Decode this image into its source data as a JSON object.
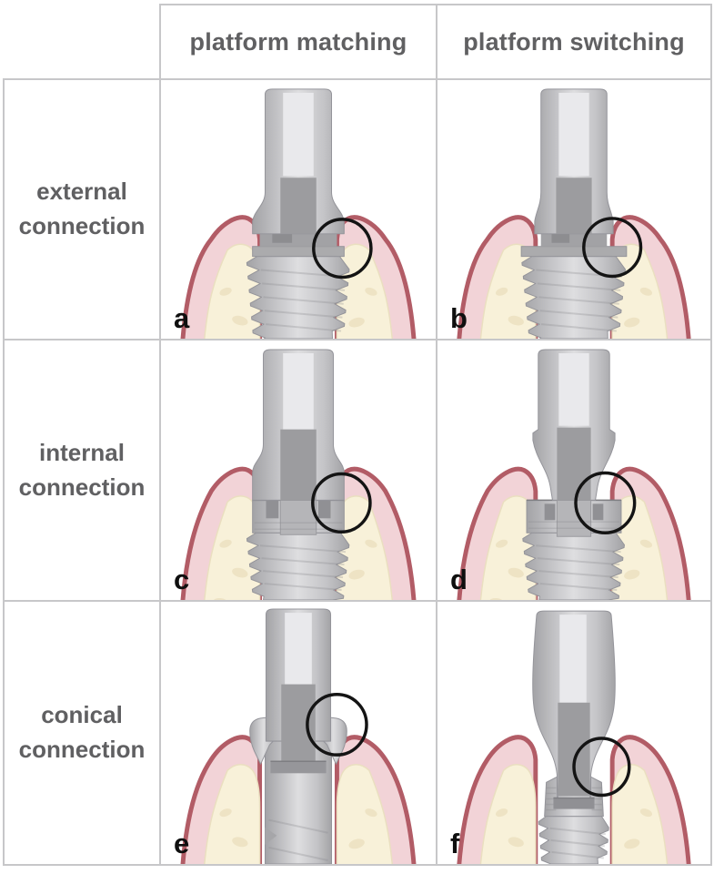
{
  "table": {
    "column_headers": [
      "platform matching",
      "platform switching"
    ],
    "rows": [
      {
        "label": "external connection",
        "cells": [
          {
            "letter": "a",
            "variant": "external-matching"
          },
          {
            "letter": "b",
            "variant": "external-switching"
          }
        ]
      },
      {
        "label": "internal connection",
        "cells": [
          {
            "letter": "c",
            "variant": "internal-matching"
          },
          {
            "letter": "d",
            "variant": "internal-switching"
          }
        ]
      },
      {
        "label": "conical connection",
        "cells": [
          {
            "letter": "e",
            "variant": "conical-matching"
          },
          {
            "letter": "f",
            "variant": "conical-switching"
          }
        ]
      }
    ]
  },
  "colors": {
    "background": "#ffffff",
    "grid_line": "#c7c7c9",
    "header_text": "#606062",
    "row_label_text": "#606062",
    "letter_text": "#0f0f0f",
    "gum_edge": "#b25c66",
    "gum_fill": "#f2d3d7",
    "bone_fill": "#f8f1d9",
    "bone_speckle": "#ece1c1",
    "metal_light": "#dedee0",
    "metal_mid": "#c4c4c7",
    "metal_dark": "#a3a3a6",
    "metal_deep": "#8c8c90",
    "channel": "#9c9c9f",
    "inner_highlight": "#e9e9ec",
    "outline": "#94949a",
    "junction_line": "#7e7e82",
    "slot": "#909094",
    "stem": "#b5b5b8",
    "circle": "#141414"
  }
}
